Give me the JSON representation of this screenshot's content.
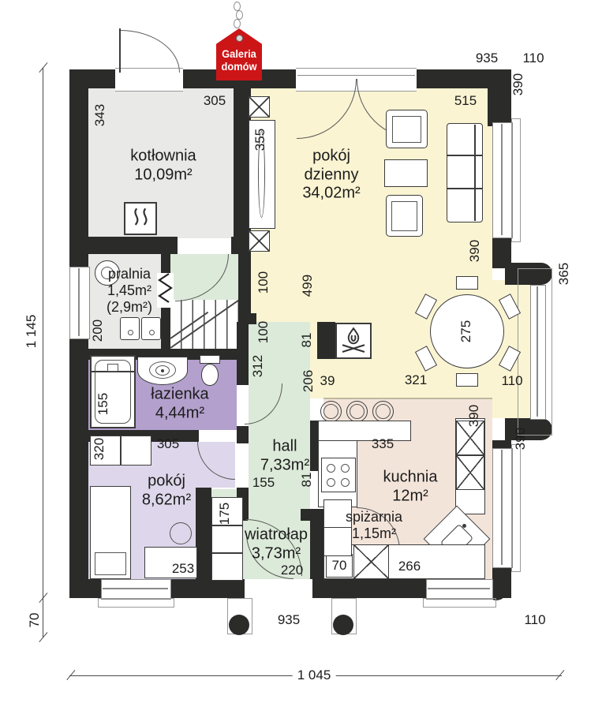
{
  "logo": {
    "line1": "Galeria",
    "line2": "domów"
  },
  "rooms": {
    "kotlownia": {
      "name": "kotłownia",
      "area": "10,09m²"
    },
    "pokoj_dzienny": {
      "name1": "pokój",
      "name2": "dzienny",
      "area": "34,02m²"
    },
    "pralnia": {
      "name": "pralnia",
      "area": "1,45m²",
      "area2": "(2,9m²)"
    },
    "lazienka": {
      "name": "łazienka",
      "area": "4,44m²"
    },
    "pokoj": {
      "name": "pokój",
      "area": "8,62m²"
    },
    "hall": {
      "name": "hall",
      "area": "7,33m²"
    },
    "wiatrolap": {
      "name": "wiatrołap",
      "area": "3,73m²"
    },
    "kuchnia": {
      "name": "kuchnia",
      "area": "12m²"
    },
    "spizarnia": {
      "name": "spiżarnia",
      "area": "1,15m²"
    }
  },
  "dims": {
    "t935": "935",
    "t110": "110",
    "r390t": "390",
    "l1145": "1 145",
    "l70": "70",
    "b935": "935",
    "b110": "110",
    "b1045": "1 045",
    "kot343": "343",
    "kot305": "305",
    "liv515": "515",
    "liv355": "355",
    "liv390": "390",
    "liv100a": "100",
    "liv499": "499",
    "liv100b": "100",
    "liv81a": "81",
    "hall312": "312",
    "hall206": "206",
    "liv39": "39",
    "liv321": "321",
    "liv110": "110",
    "table275": "275",
    "bay365": "365",
    "pral200": "200",
    "laz155": "155",
    "pok320": "320",
    "pok305": "305",
    "pok253": "253",
    "hall155": "155",
    "hall81b": "81",
    "wia175": "175",
    "wia220": "220",
    "kuch335": "335",
    "kuch390": "390",
    "kuch266": "266",
    "kuch70": "70",
    "ext390": "390"
  },
  "colors": {
    "wall": "#2b2b29",
    "living_yellow": "#faf4d2",
    "utility_gray": "#e9e9e7",
    "hall_green": "#dcead9",
    "bath_purple": "#b3a0cd",
    "bedroom_lilac": "#ded7eb",
    "kitchen_pink": "#f3e4da",
    "logo_red": "#cc1517"
  }
}
